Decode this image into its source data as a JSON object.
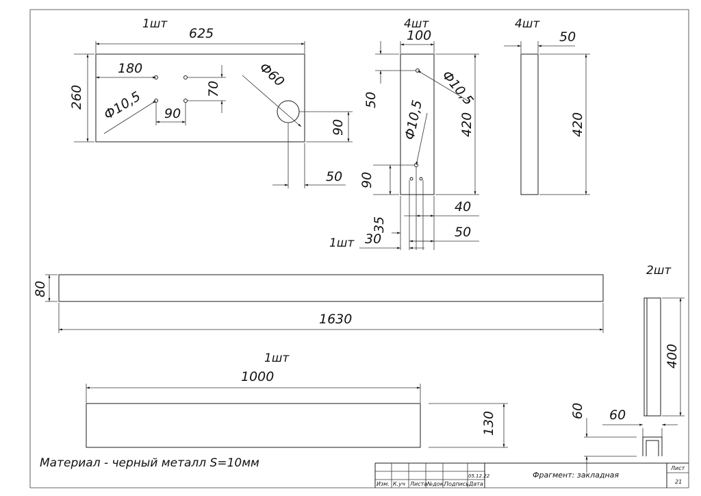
{
  "sheet": {
    "note": "Материал - черный металл S=10мм",
    "title_block": {
      "headers": [
        "Изм.",
        "К.уч",
        "Листа",
        "№док.",
        "Подпись",
        "Дата"
      ],
      "date": "05.12.22",
      "title": "Фрагмент: закладная",
      "sheet_label": "Лист",
      "sheet_number": "21"
    }
  },
  "parts": {
    "plate_625": {
      "qty": "1шт",
      "dims": {
        "width": "625",
        "height": "260",
        "hole_offset": "180",
        "hole_spacing_h": "90",
        "hole_spacing_v": "70",
        "small_hole": "Ф10,5",
        "big_hole": "Ф60",
        "big_hole_from_bottom": "90",
        "big_hole_from_right": "50"
      }
    },
    "plate_100": {
      "qty": "4шт",
      "dims": {
        "width": "100",
        "height": "420",
        "top_hole": "Ф10,5",
        "top_hole_offset": "50",
        "bottom_hole": "Ф10,5",
        "bottom_hole_offset": "90",
        "right_40": "40",
        "right_50": "50",
        "left_35": "35",
        "left_30": "30"
      }
    },
    "strip_50": {
      "qty": "4шт",
      "dims": {
        "width": "50",
        "height": "420"
      }
    },
    "strip_1630": {
      "qty": "1шт",
      "dims": {
        "length": "1630",
        "height": "80"
      }
    },
    "strip_1000": {
      "qty": "1шт",
      "dims": {
        "length": "1000",
        "height": "130"
      }
    },
    "channel": {
      "qty": "2шт",
      "dims": {
        "length": "400",
        "height": "60",
        "width": "60"
      }
    }
  }
}
